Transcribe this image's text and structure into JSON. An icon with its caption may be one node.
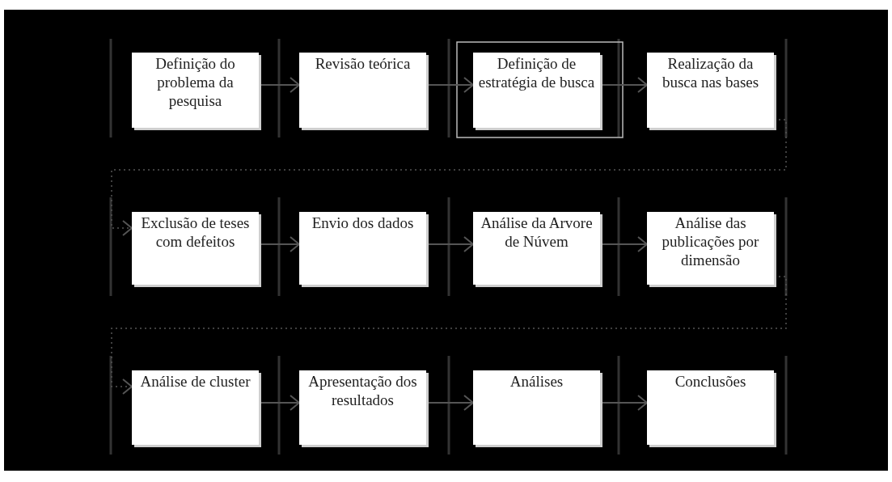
{
  "diagram": {
    "nodes": [
      {
        "text": [
          "Definição do problema da pesquisa"
        ]
      },
      {
        "text": [
          "Revisão teórica"
        ]
      },
      {
        "text": [
          "Definição de estratégia de busca"
        ]
      },
      {
        "text": [
          "Realização da busca nas bases"
        ]
      },
      {
        "text": [
          "Exclusão de teses com defeitos"
        ]
      },
      {
        "text": [
          "Envio dos dados"
        ]
      },
      {
        "text": [
          "Análise da Arvore de Núvem"
        ]
      },
      {
        "text": [
          "Análise das publicações por dimensão"
        ]
      },
      {
        "text": [
          "Análise de cluster"
        ]
      },
      {
        "text": [
          "Apresentação dos resultados"
        ]
      },
      {
        "text": [
          "Análises"
        ]
      },
      {
        "text": [
          "Conclusões"
        ]
      }
    ],
    "edges": [
      {
        "from": 0,
        "to": 1,
        "arrow": "to"
      },
      {
        "from": 1,
        "to": 2,
        "arrow": "to"
      },
      {
        "from": 2,
        "to": 3,
        "arrow": "to"
      },
      {
        "from": 3,
        "to": 4,
        "arrow": "to",
        "style": "dashed"
      },
      {
        "from": 4,
        "to": 5,
        "arrow": "to"
      },
      {
        "from": 5,
        "to": 6,
        "arrow": "to"
      },
      {
        "from": 6,
        "to": 7,
        "arrow": "to"
      },
      {
        "from": 7,
        "to": 8,
        "arrow": "to",
        "style": "dashed"
      },
      {
        "from": 8,
        "to": 9,
        "arrow": "to"
      },
      {
        "from": 9,
        "to": 10,
        "arrow": "to"
      },
      {
        "from": 10,
        "to": 11,
        "arrow": "to"
      }
    ]
  }
}
